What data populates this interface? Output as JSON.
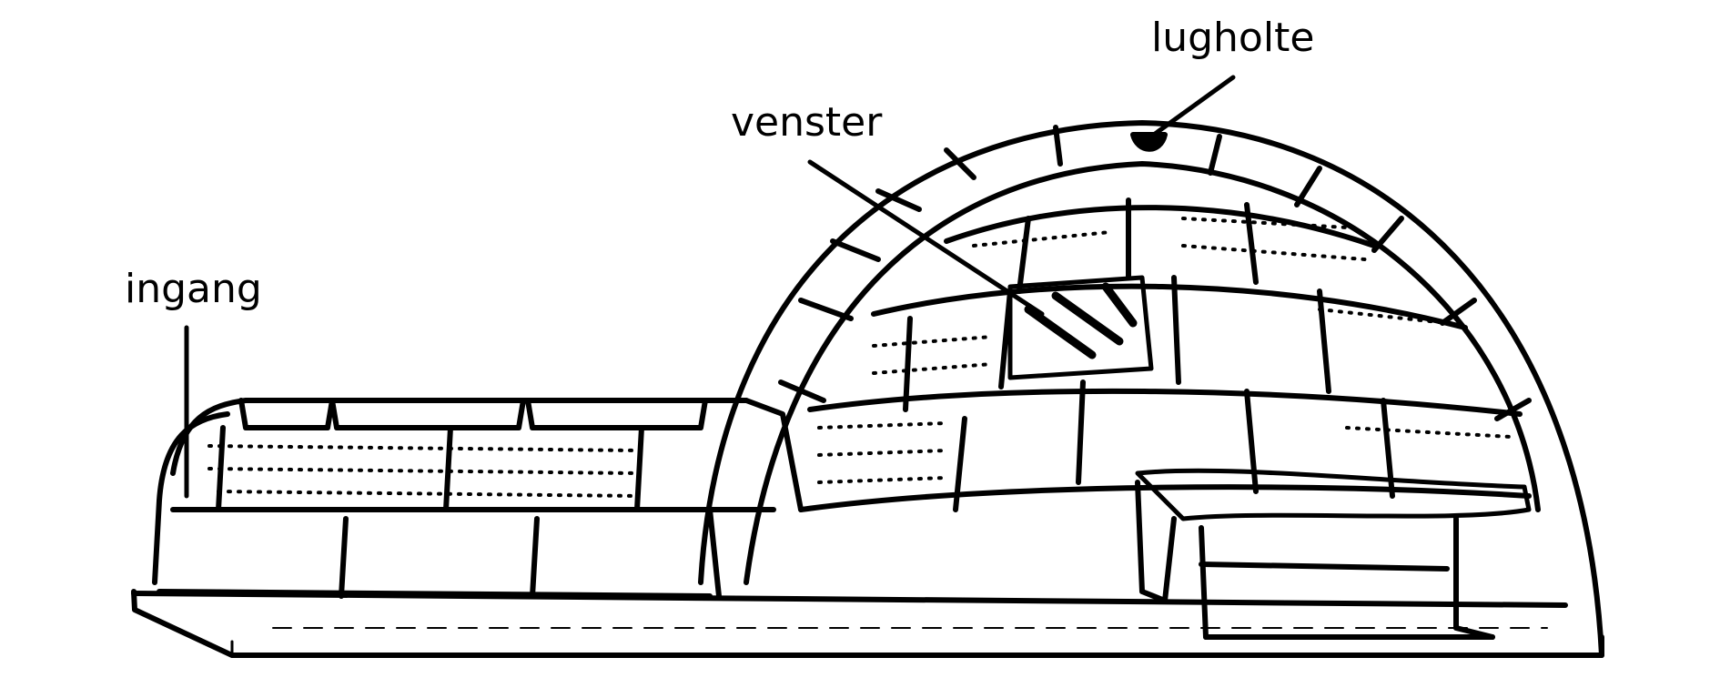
{
  "diagram": {
    "labels": {
      "lugholte": "lugholte",
      "venster": "venster",
      "ingang": "ingang"
    }
  }
}
